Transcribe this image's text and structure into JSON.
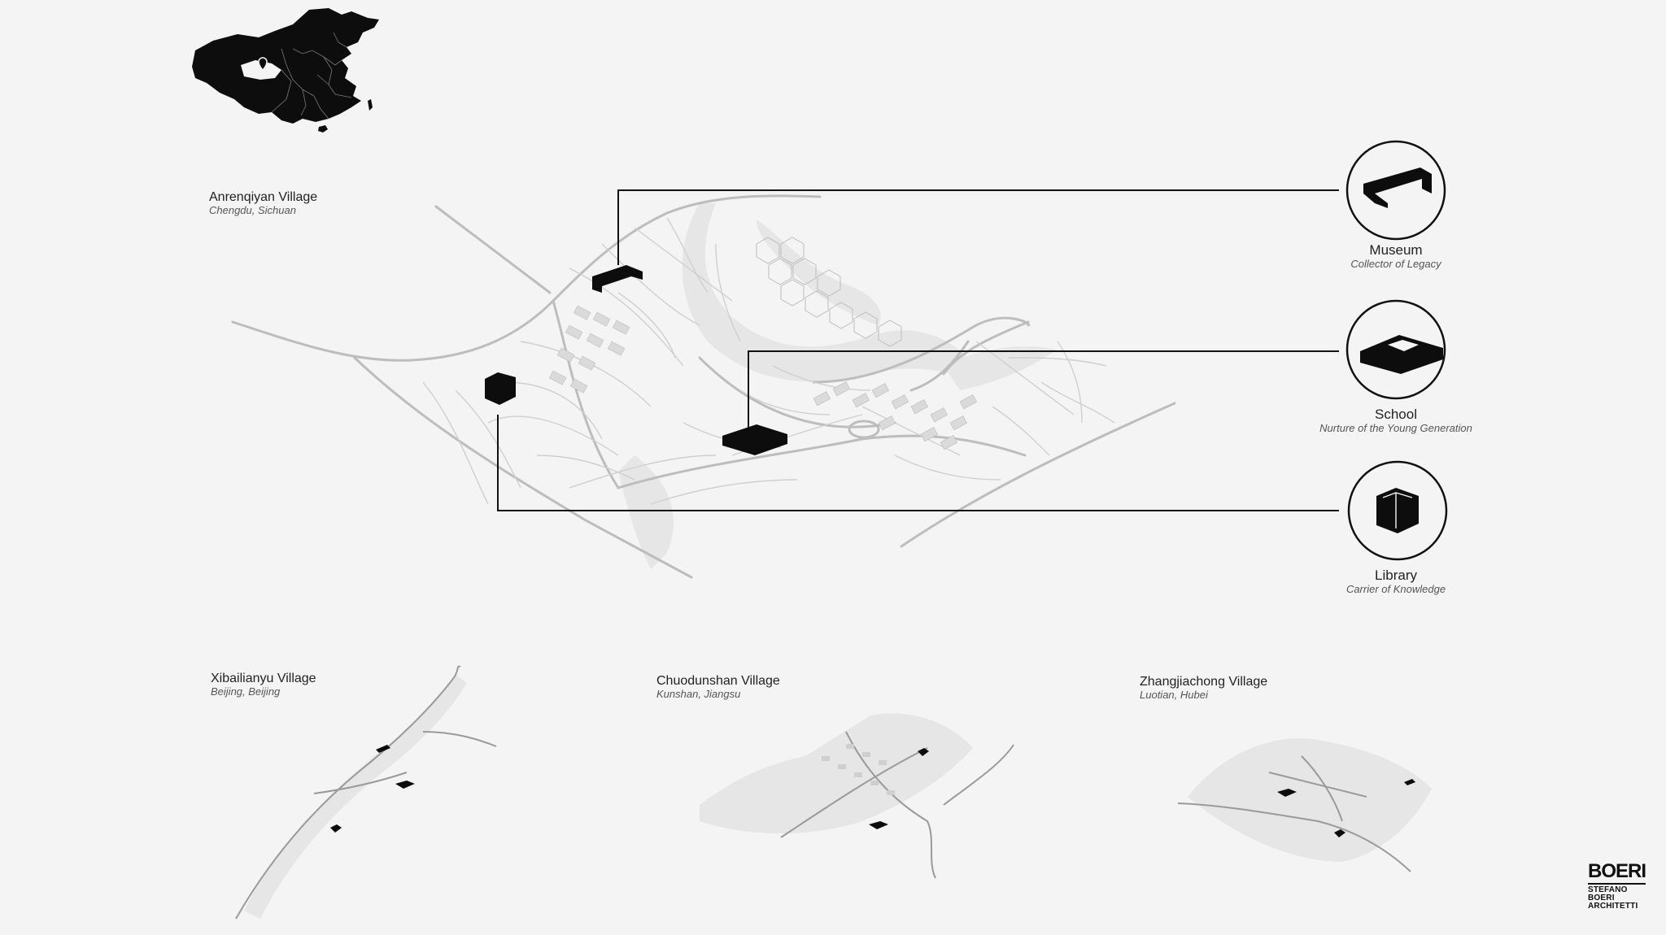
{
  "main_village": {
    "name": "Anrenqiyan Village",
    "location": "Chengdu, Sichuan"
  },
  "facilities": [
    {
      "id": "museum",
      "title": "Museum",
      "subtitle": "Collector of Legacy",
      "icon": "museum-building-icon"
    },
    {
      "id": "school",
      "title": "School",
      "subtitle": "Nurture of the Young Generation",
      "icon": "school-building-icon"
    },
    {
      "id": "library",
      "title": "Library",
      "subtitle": "Carrier of Knowledge",
      "icon": "library-building-icon"
    }
  ],
  "other_villages": [
    {
      "name": "Xibailianyu Village",
      "location": "Beijing, Beijing"
    },
    {
      "name": "Chuodunshan Village",
      "location": "Kunshan, Jiangsu"
    },
    {
      "name": "Zhangjiachong Village",
      "location": "Luotian, Hubei"
    }
  ],
  "logo": {
    "mark": "BOERI",
    "line1": "STEFANO",
    "line2": "BOERI",
    "line3": "ARCHITETTI"
  },
  "colors": {
    "background": "#f4f4f4",
    "road": "#bdbdbd",
    "water": "#e6e6e6",
    "ink": "#111111"
  }
}
